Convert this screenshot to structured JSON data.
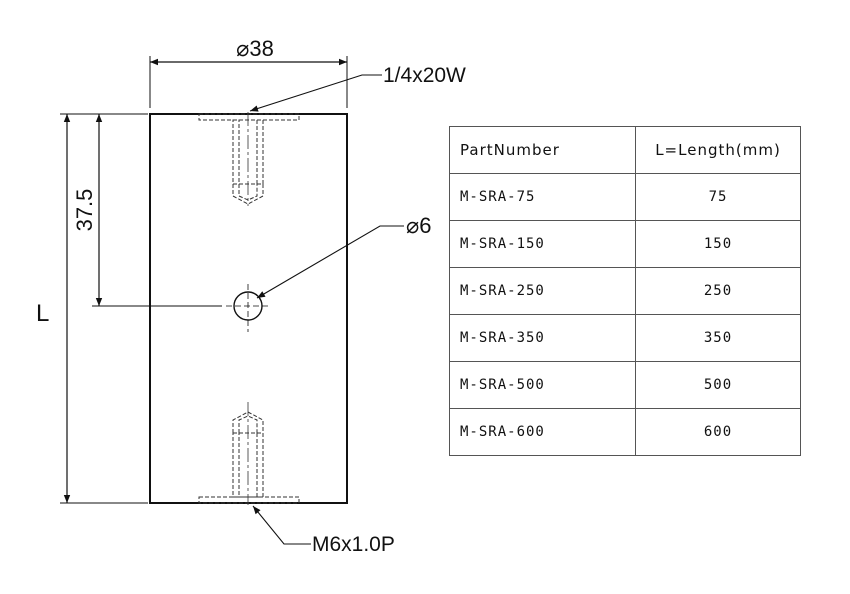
{
  "drawing": {
    "top_dimension": "⌀38",
    "thread_top_label": "1/4x20W",
    "offset_dimension": "37.5",
    "hole_label": "⌀6",
    "length_label": "L",
    "thread_bottom_label": "M6x1.0P"
  },
  "table": {
    "headers": [
      "PartNumber",
      "L=Length(mm)"
    ],
    "rows": [
      {
        "part": "M-SRA-75",
        "length": "75"
      },
      {
        "part": "M-SRA-150",
        "length": "150"
      },
      {
        "part": "M-SRA-250",
        "length": "250"
      },
      {
        "part": "M-SRA-350",
        "length": "350"
      },
      {
        "part": "M-SRA-500",
        "length": "500"
      },
      {
        "part": "M-SRA-600",
        "length": "600"
      }
    ]
  }
}
